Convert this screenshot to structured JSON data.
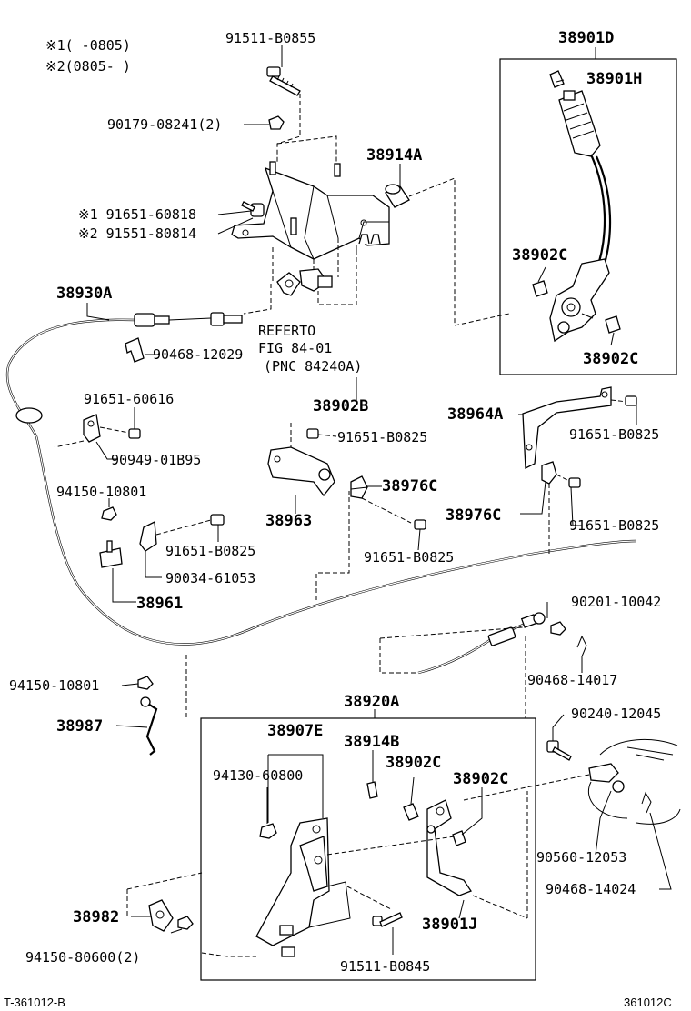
{
  "notes": {
    "n1": "※1(      -0805)",
    "n2": "※2(0805-       )"
  },
  "labels": {
    "p91511B0855": "91511-B0855",
    "p38901D": "38901D",
    "p38901H": "38901H",
    "p90179": "90179-08241(2)",
    "p38914A": "38914A",
    "p91651_60818": "※1 91651-60818",
    "p91551_80814": "※2 91551-80814",
    "p38902C_a": "38902C",
    "p38902C_b": "38902C",
    "p38930A": "38930A",
    "ref1": "REFERTO",
    "ref2": "FIG 84-01",
    "ref3": "(PNC 84240A)",
    "p90468_12029": "90468-12029",
    "p38902B": "38902B",
    "p91651_60616": "91651-60616",
    "p38964A": "38964A",
    "p91651B0825_a": "91651-B0825",
    "p91651B0825_b": "91651-B0825",
    "p90949": "90949-01B95",
    "p38976C_a": "38976C",
    "p38976C_b": "38976C",
    "p91651B0825_c": "91651-B0825",
    "p94150_10801_a": "94150-10801",
    "p38963": "38963",
    "p91651B0825_d": "91651-B0825",
    "p91651B0825_e": "91651-B0825",
    "p90034": "90034-61053",
    "p38961": "38961",
    "p90201": "90201-10042",
    "p94150_10801_b": "94150-10801",
    "p90468_14017": "90468-14017",
    "p38920A": "38920A",
    "p38987": "38987",
    "p90240": "90240-12045",
    "p38907E": "38907E",
    "p38914B": "38914B",
    "p94130": "94130-60800",
    "p38902C_c": "38902C",
    "p38902C_d": "38902C",
    "p90560": "90560-12053",
    "p90468_14024": "90468-14024",
    "p38982": "38982",
    "p38901J": "38901J",
    "p94150_80600": "94150-80600(2)",
    "p91511B0845": "91511-B0845"
  },
  "footer": {
    "left": "T-361012-B",
    "right": "361012C"
  }
}
